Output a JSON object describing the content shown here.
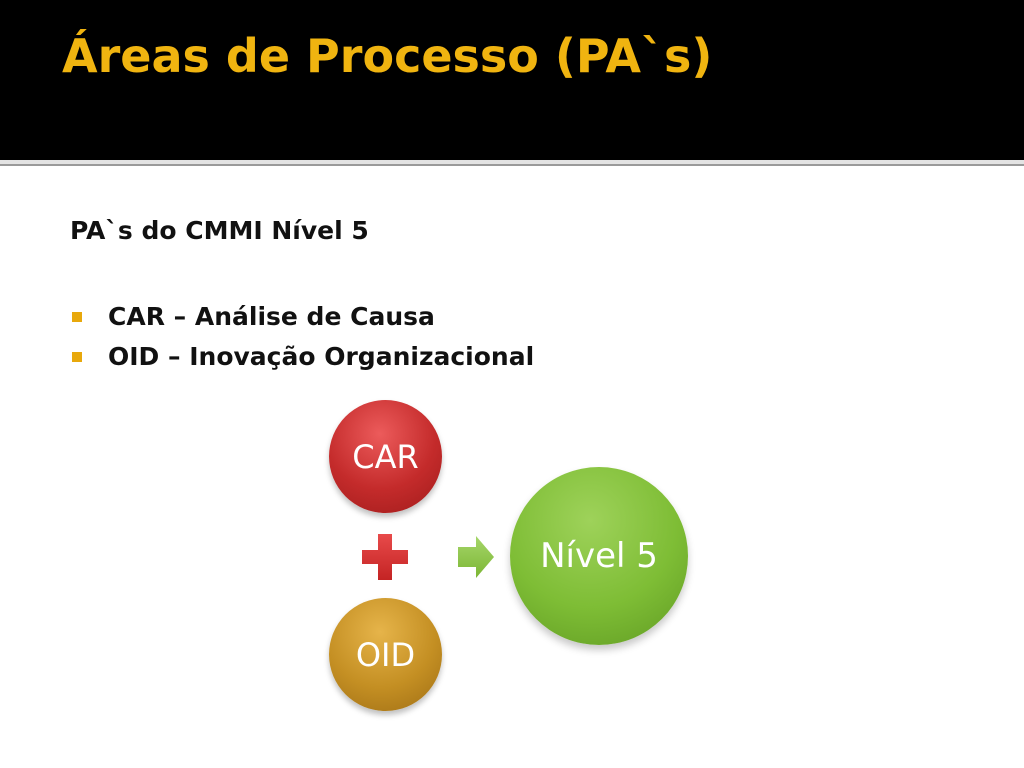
{
  "slide": {
    "title": "Áreas de Processo (PA`s)",
    "subheading": "PA`s do CMMI Nível 5",
    "bullets": [
      {
        "label": "CAR – Análise de Causa"
      },
      {
        "label": "OID – Inovação Organizacional"
      }
    ]
  },
  "diagram": {
    "node_car": "CAR",
    "node_oid": "OID",
    "node_result": "Nível 5",
    "operator_icon": "plus-icon",
    "result_icon": "arrow-right-icon"
  },
  "colors": {
    "header_background": "#000000",
    "title": "#f0b410",
    "bullet_marker": "#e8a80c",
    "car": "#c42b2b",
    "oid": "#c48f23",
    "result": "#7ebd35",
    "plus": "#d93030",
    "arrow": "#8cc63f"
  }
}
